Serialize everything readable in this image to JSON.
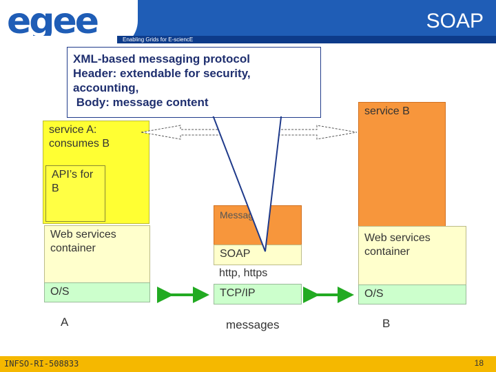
{
  "header": {
    "title": "SOAP",
    "subtitle": "Enabling Grids for E-sciencE",
    "logo_text": "egee"
  },
  "callout": {
    "lines": [
      "XML-based messaging protocol",
      "Header: extendable for security,",
      "accounting,",
      " Body: message content"
    ]
  },
  "node_a": {
    "service": "service A:\nconsumes B",
    "api": "API’s for\nB",
    "web_services": "Web services\ncontainer",
    "os": "O/S",
    "label": "A"
  },
  "middle": {
    "message": "Message",
    "soap": "SOAP",
    "http": "http, https",
    "tcp": "TCP/IP",
    "label": "messages"
  },
  "node_b": {
    "service": "service B",
    "web_services": "Web services\ncontainer",
    "os": "O/S",
    "label": "B"
  },
  "footer": {
    "left": "INFSO-RI-508833",
    "page": "18"
  },
  "colors": {
    "brand_blue": "#1f5db6",
    "footer_gold": "#f5b800",
    "service_a": "#ffff33",
    "service_b": "#f7963c",
    "container": "#ffffcc",
    "os": "#ccffcc",
    "arrow_green": "#22aa22"
  }
}
